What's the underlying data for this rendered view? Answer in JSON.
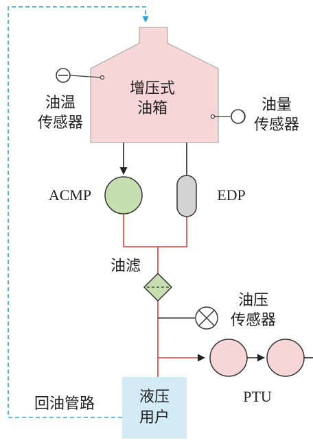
{
  "tank": {
    "line1": "增压式",
    "line2": "油箱"
  },
  "oil_temp_sensor": {
    "line1": "油温",
    "line2": "传感器"
  },
  "oil_level_sensor": {
    "line1": "油量",
    "line2": "传感器"
  },
  "acmp": {
    "label": "ACMP"
  },
  "edp": {
    "label": "EDP"
  },
  "filter": {
    "label": "油滤"
  },
  "oil_pressure_sensor": {
    "line1": "油压",
    "line2": "传感器"
  },
  "ptu": {
    "label": "PTU"
  },
  "hydraulic_user": {
    "line1": "液压",
    "line2": "用户"
  },
  "return_line": {
    "label": "回油管路"
  },
  "colors": {
    "tank_fill": "#f6d6d6",
    "acmp_fill": "#c6deb0",
    "edp_fill": "#d3d3d3",
    "filter_fill": "#c6deb0",
    "ptu_fill": "#f6d6d6",
    "user_fill": "#d3ebf4",
    "pressure_line": "#e53935",
    "return_line": "#29a3e0"
  }
}
